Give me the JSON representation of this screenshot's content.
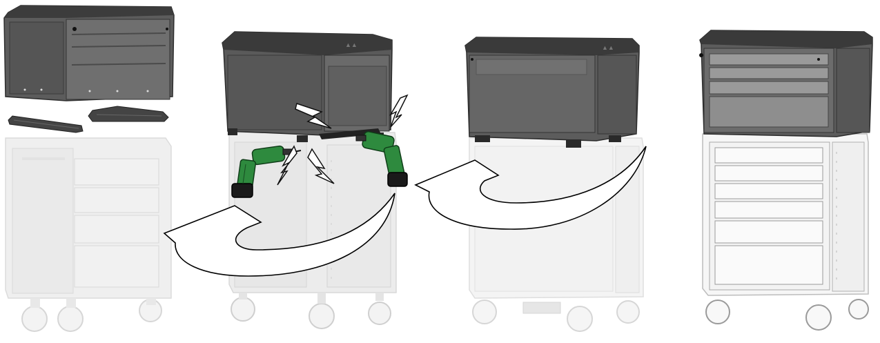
{
  "figure": {
    "kind": "assembly-instruction-illustration",
    "text_labels": []
  },
  "steps": [
    {
      "id": "step-1",
      "name": "unpack",
      "parts": [
        "top-chest",
        "mounting-rail-left",
        "mounting-rail-right",
        "roller-cabinet"
      ],
      "highlighted": [
        "top-chest",
        "mounting-rail-left",
        "mounting-rail-right"
      ]
    },
    {
      "id": "step-2",
      "name": "screw-rails",
      "parts": [
        "top-chest",
        "drill-left",
        "drill-right",
        "roller-cabinet"
      ],
      "highlighted": [
        "top-chest",
        "drill-left",
        "drill-right"
      ],
      "motion_marks": 4
    },
    {
      "id": "step-3",
      "name": "place-chest",
      "parts": [
        "top-chest",
        "roller-cabinet"
      ],
      "highlighted": [
        "top-chest"
      ]
    },
    {
      "id": "step-4",
      "name": "assembled",
      "parts": [
        "top-chest",
        "roller-cabinet"
      ],
      "highlighted": [
        "top-chest",
        "roller-cabinet"
      ]
    }
  ],
  "arrows": [
    {
      "id": "arrow-1",
      "direction": "left",
      "from": "step-2",
      "to": "step-1"
    },
    {
      "id": "arrow-2",
      "direction": "left",
      "from": "step-3",
      "to": "step-2"
    }
  ],
  "colors": {
    "chest_dark": "#5a5a5a",
    "chest_front": "#6e6e6e",
    "chest_top": "#3a3a3a",
    "cabinet_faded": "#eeeeee",
    "cabinet_faded_line": "#d6d6d6",
    "cabinet_solid": "#f4f4f4",
    "cabinet_line": "#9a9a9a",
    "drill_green": "#2e8a3e",
    "drill_dark": "#1a1a1a",
    "arrow_fill": "#ffffff",
    "arrow_stroke": "#000000"
  }
}
